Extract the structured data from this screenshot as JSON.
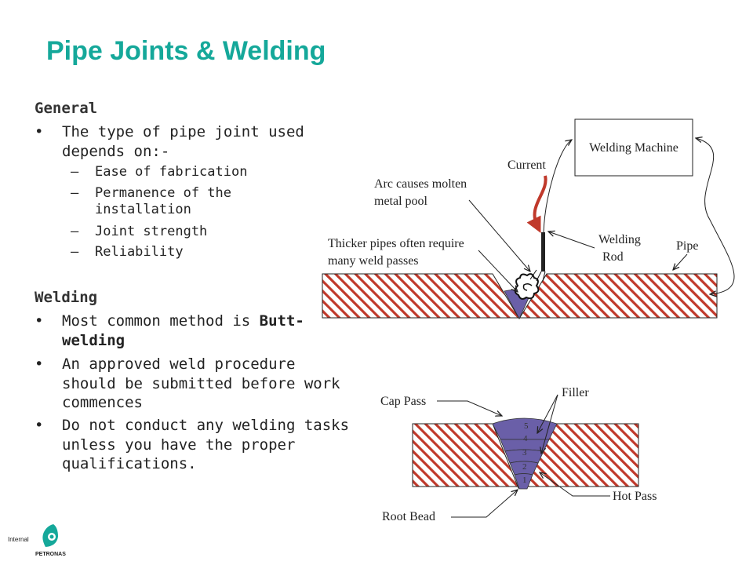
{
  "title": "Pipe Joints & Welding",
  "general": {
    "heading": "General",
    "bullet": "The type of pipe joint used depends on:-",
    "items": [
      "Ease of fabrication",
      "Permanence of the installation",
      "Joint strength",
      "Reliability"
    ]
  },
  "welding": {
    "heading": "Welding",
    "bullets": {
      "b1_prefix": "Most common method is ",
      "b1_bold": "Butt-welding",
      "b2": "An approved weld procedure should be submitted before work commences",
      "b3": "Do not conduct any welding tasks unless you have the proper qualifications."
    }
  },
  "diagram_top": {
    "machine": "Welding Machine",
    "current": "Current",
    "arc_line1": "Arc causes molten",
    "arc_line2": "metal pool",
    "thick_line1": "Thicker pipes often require",
    "thick_line2": "many weld passes",
    "rod_line1": "Welding",
    "rod_line2": "Rod",
    "pipe": "Pipe"
  },
  "diagram_bottom": {
    "cap_pass": "Cap Pass",
    "filler": "Filler",
    "hot_pass": "Hot Pass",
    "root_bead": "Root Bead",
    "pass_numbers": [
      "5",
      "4",
      "3",
      "2",
      "1"
    ]
  },
  "footer": {
    "classification": "Internal",
    "brand": "PETRONAS"
  },
  "colors": {
    "title": "#15a89a",
    "hatch": "#c0392b",
    "weld": "#6a5fa8",
    "current_arrow": "#c0392b"
  }
}
